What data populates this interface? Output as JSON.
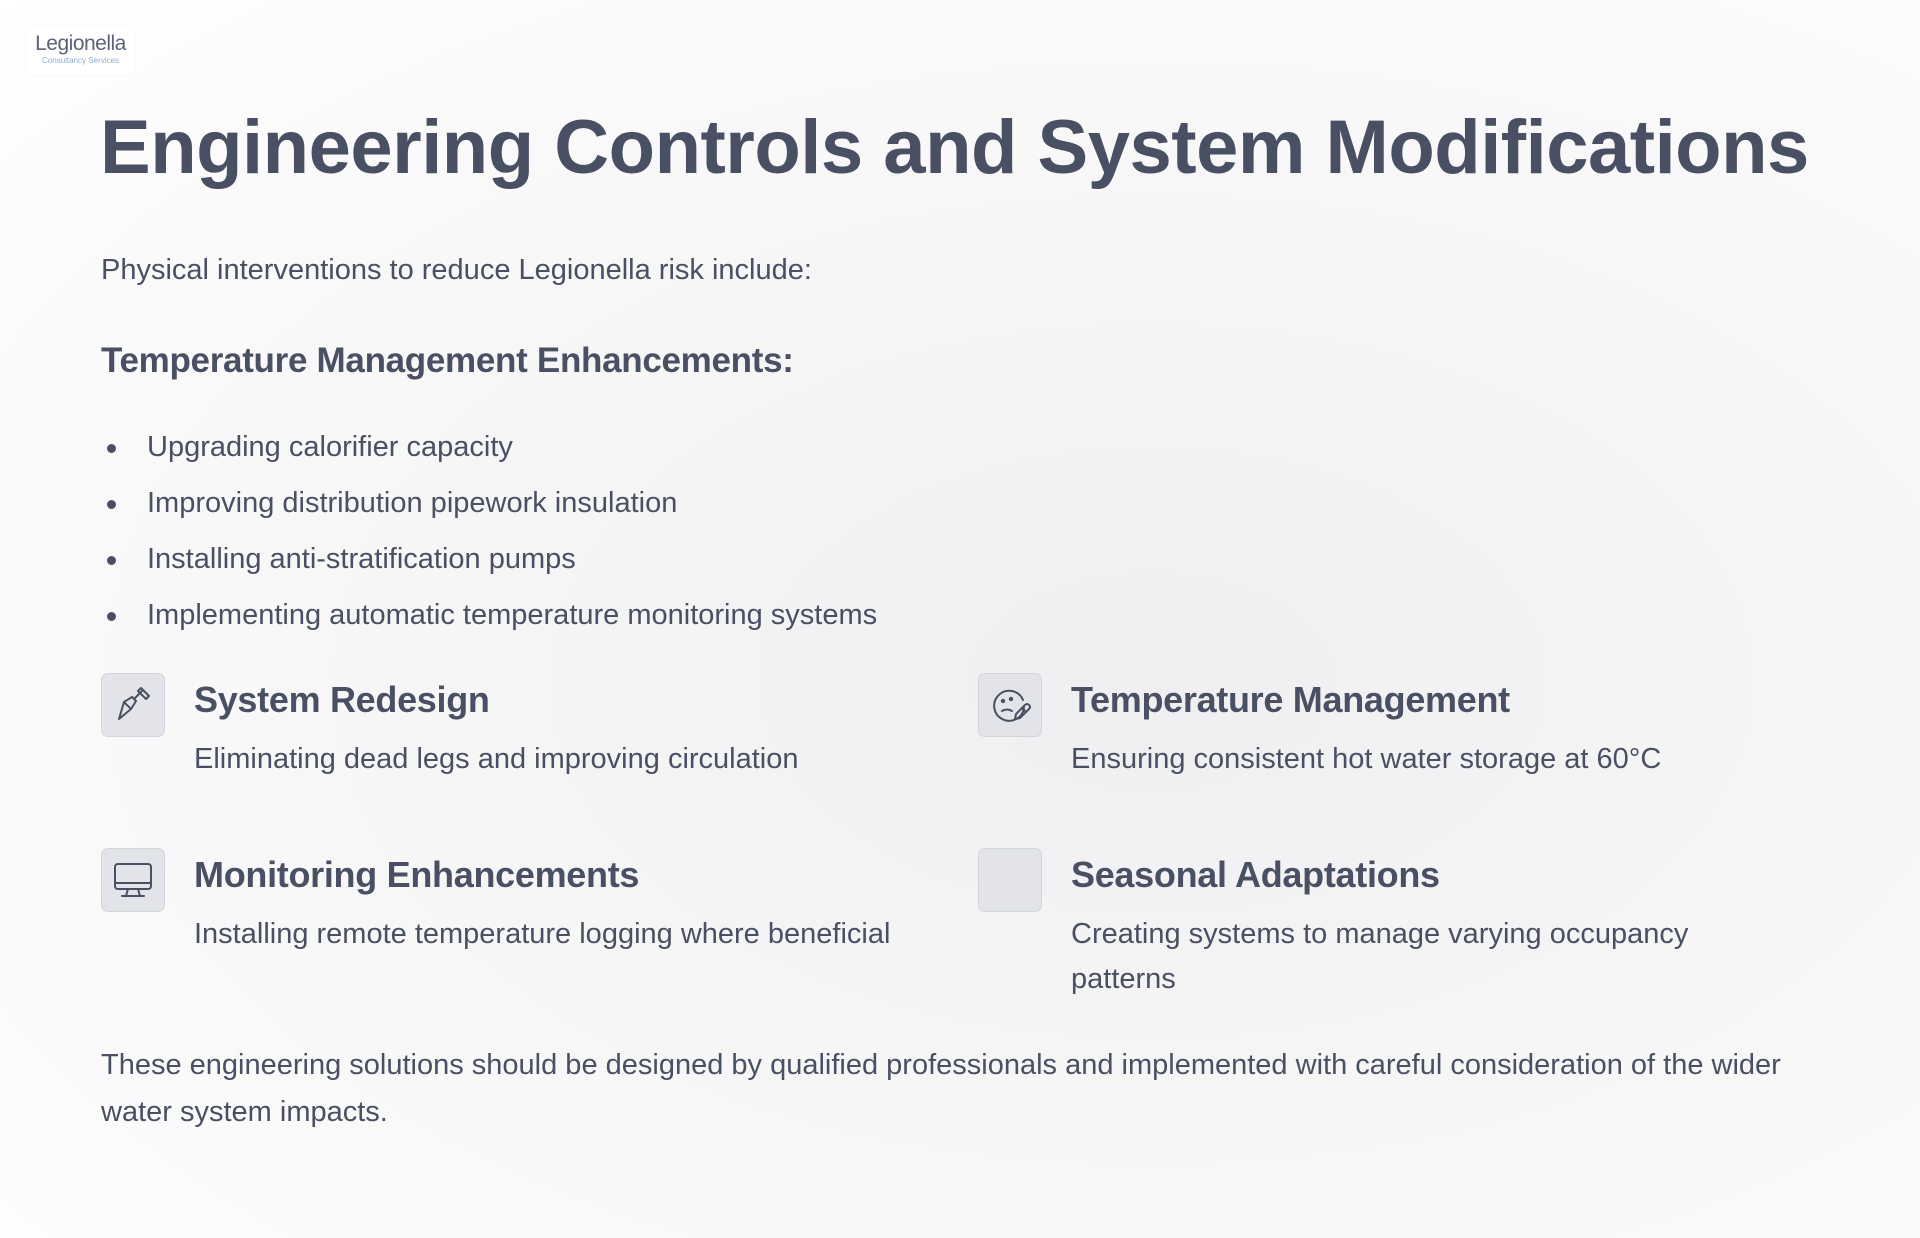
{
  "logo": {
    "wordmark": "Legionella",
    "tagline": "Consultancy Services"
  },
  "page": {
    "title": "Engineering Controls and System Modifications",
    "intro": "Physical interventions to reduce Legionella risk include:",
    "subheading": "Temperature Management Enhancements:",
    "bullets": [
      "Upgrading calorifier capacity",
      "Improving distribution pipework insulation",
      "Installing anti-stratification pumps",
      "Implementing automatic temperature monitoring systems"
    ],
    "closing": "These engineering solutions should be designed by qualified professionals and implemented with careful consideration of the wider water system impacts."
  },
  "features": [
    {
      "title": "System Redesign",
      "description": "Eliminating dead legs and improving circulation",
      "icon": "trowel-icon"
    },
    {
      "title": "Temperature Management",
      "description": "Ensuring consistent hot water storage at 60°C",
      "icon": "thermometer-face-icon"
    },
    {
      "title": "Monitoring Enhancements",
      "description": "Installing remote temperature logging where beneficial",
      "icon": "monitor-icon"
    },
    {
      "title": "Seasonal Adaptations",
      "description": "Creating systems to manage varying occupancy patterns",
      "icon": "blank-icon"
    }
  ],
  "colors": {
    "text": "#4a5063",
    "icon_box": "#e3e4e9",
    "logo_accent": "#8aaed3"
  }
}
